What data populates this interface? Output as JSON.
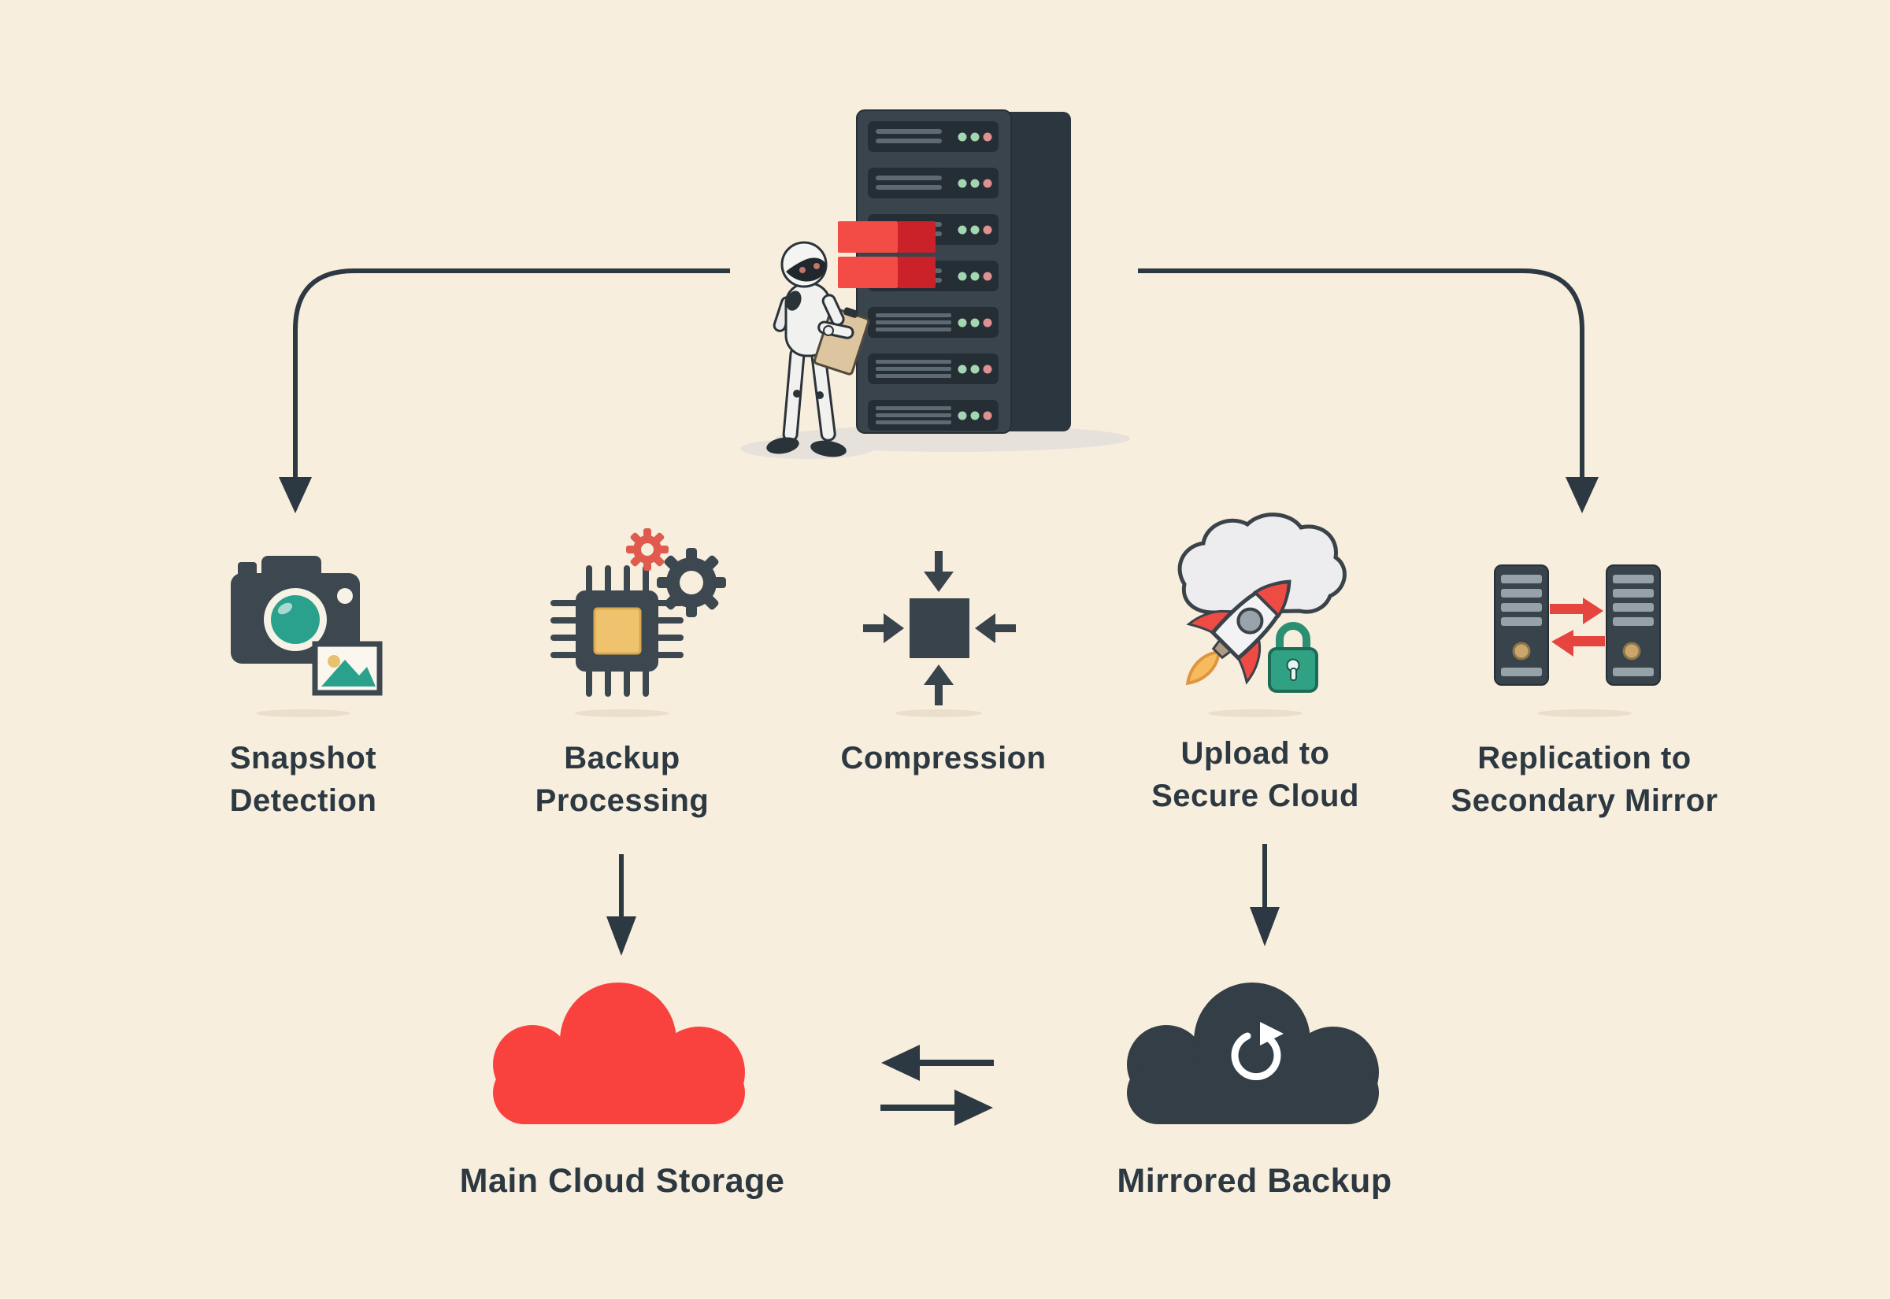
{
  "background": "#f8eedd",
  "ink": "#2d3942",
  "accents": {
    "red": "#f9423e",
    "drive_red_light": "#f34b45",
    "drive_red_dark": "#cb2129",
    "teal": "#2aa18c",
    "yellow": "#efc36d",
    "lock_green": "#31a184",
    "slate": "#39434b",
    "dark_cloud": "#333e46"
  },
  "center_node": {
    "id": "server",
    "icon": "server-rack-robot-illustration"
  },
  "stages": [
    {
      "id": "snapshot-detection",
      "icon": "camera-photo-icon",
      "line1": "Snapshot",
      "line2": "Detection"
    },
    {
      "id": "backup-processing",
      "icon": "chip-gears-icon",
      "line1": "Backup",
      "line2": "Processing"
    },
    {
      "id": "compression",
      "icon": "compress-square-icon",
      "line1": "Compression",
      "line2": ""
    },
    {
      "id": "upload-secure-cloud",
      "icon": "cloud-rocket-lock-icon",
      "line1": "Upload to",
      "line2": "Secure Cloud"
    },
    {
      "id": "replication-secondary-mirror",
      "icon": "mirrored-servers-icon",
      "line1": "Replication to",
      "line2": "Secondary Mirror"
    }
  ],
  "storage_nodes": [
    {
      "id": "main-cloud-storage",
      "icon": "red-cloud-icon",
      "label": "Main Cloud Storage"
    },
    {
      "id": "mirrored-backup",
      "icon": "dark-cloud-sync-icon",
      "label": "Mirrored Backup"
    }
  ],
  "edges": [
    {
      "from": "server",
      "to": "snapshot-detection",
      "style": "elbow-arrow-down"
    },
    {
      "from": "server",
      "to": "replication-secondary-mirror",
      "style": "elbow-arrow-down"
    },
    {
      "from": "backup-processing",
      "to": "main-cloud-storage",
      "style": "straight-arrow-down"
    },
    {
      "from": "upload-secure-cloud",
      "to": "mirrored-backup",
      "style": "straight-arrow-down"
    },
    {
      "from": "main-cloud-storage",
      "to": "mirrored-backup",
      "style": "bidirectional-arrows"
    }
  ]
}
